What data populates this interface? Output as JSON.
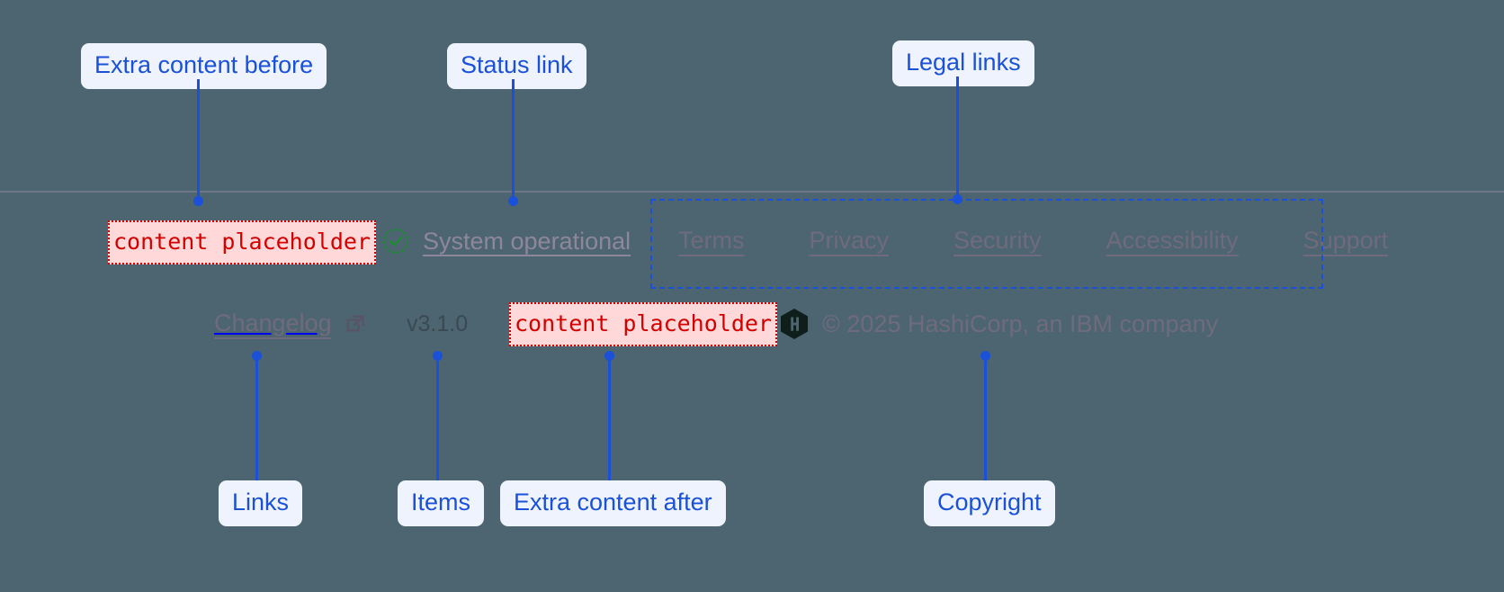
{
  "theme": {
    "background": "#4c6570",
    "divider": "#6b7787",
    "annotation_accent": "#1a51d8",
    "annotation_badge_bg": "#eef3fe",
    "placeholder_text": "#d40000",
    "placeholder_bg": "#ffd9d9",
    "link_color": "#6f6b7c",
    "status_ok_color": "#1f8a35",
    "version_color": "#3b4a52"
  },
  "footer": {
    "extra_before": {
      "text": "content placeholder"
    },
    "status": {
      "icon": "check-circle-icon",
      "label": "System operational"
    },
    "legal_links": [
      {
        "label": "Terms"
      },
      {
        "label": "Privacy"
      },
      {
        "label": "Security"
      },
      {
        "label": "Accessibility"
      },
      {
        "label": "Support"
      }
    ],
    "changelog": {
      "label": "Changelog",
      "icon": "external-link-icon"
    },
    "version": {
      "label": "v3.1.0"
    },
    "extra_after": {
      "text": "content placeholder"
    },
    "copyright": {
      "logo": "hashicorp-logo",
      "text": "© 2025 HashiCorp, an IBM company"
    }
  },
  "annotations": {
    "extra_content_before": {
      "label": "Extra content before"
    },
    "status_link": {
      "label": "Status link"
    },
    "legal_links": {
      "label": "Legal links"
    },
    "links": {
      "label": "Links"
    },
    "items": {
      "label": "Items"
    },
    "extra_content_after": {
      "label": "Extra content after"
    },
    "copyright": {
      "label": "Copyright"
    }
  }
}
